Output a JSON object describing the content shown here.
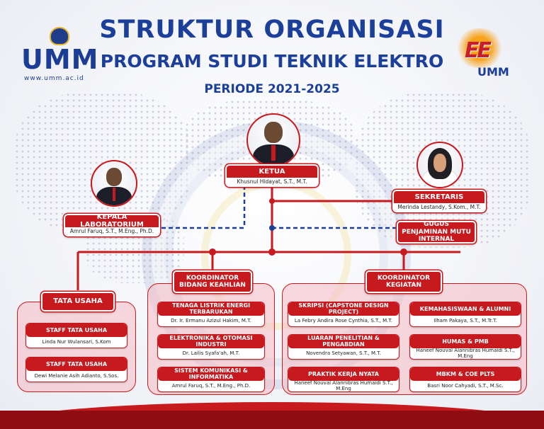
{
  "header": {
    "title": "STRUKTUR ORGANISASI",
    "subtitle": "PROGRAM STUDI TEKNIK ELEKTRO",
    "period": "PERIODE 2021-2025"
  },
  "logos": {
    "left_text": "UMM",
    "left_url": "www.umm.ac.id",
    "right_text": "EE",
    "right_sub": "UMM"
  },
  "ketua": {
    "title": "KETUA",
    "name": "Khusnul Hidayat, S.T., M.T."
  },
  "kepala_lab": {
    "title": "KEPALA LABORATORIUM",
    "name": "Amrul Faruq, S.T., M.Eng., Ph.D."
  },
  "sekretaris": {
    "title": "SEKRETARIS",
    "name": "Merinda Lestandy, S.Kom., M.T."
  },
  "gpm": {
    "label": "GUGUS PENJAMINAN MUTU INTERNAL"
  },
  "tata_usaha": {
    "title": "TATA USAHA",
    "staff": [
      {
        "title": "STAFF TATA USAHA",
        "name": "Linda Nur Wulansari, S.Kom"
      },
      {
        "title": "STAFF TATA USAHA",
        "name": "Dewi Melanie Asih Adianto, S.Sos."
      }
    ]
  },
  "bidang": {
    "title": "KOORDINATOR BIDANG KEAHLIAN",
    "units": [
      {
        "title": "TENAGA LISTRIK ENERGI TERBARUKAN",
        "name": "Dr. Ir. Ermanu Azizul Hakim, M.T."
      },
      {
        "title": "ELEKTRONIKA & OTOMASI INDUSTRI",
        "name": "Dr. Lailis Syafa'ah, M.T."
      },
      {
        "title": "SISTEM KOMUNIKASI & INFORMATIKA",
        "name": "Amrul Faruq, S.T., M.Eng., Ph.D."
      }
    ]
  },
  "kegiatan": {
    "title": "KOORDINATOR KEGIATAN",
    "left_units": [
      {
        "title": "SKRIPSI (CAPSTONE DESIGN PROJECT)",
        "name": "La Febry Andira Rose Cynthia, S.T., M.T."
      },
      {
        "title": "LUARAN PENELITIAN & PENGABDIAN",
        "name": "Novendra Setyawan, S.T., M.T."
      },
      {
        "title": "PRAKTIK KERJA NYATA",
        "name": "Haneef Nouval Alannibras Humaidi S.T., M.Eng"
      }
    ],
    "right_units": [
      {
        "title": "KEMAHASISWAAN & ALUMNI",
        "name": "Ilham Pakaya, S.T., M.Tr.T."
      },
      {
        "title": "HUMAS & PMB",
        "name": "Haneef Nouval Alannibras Humaidi S.T., M.Eng"
      },
      {
        "title": "MBKM & COE PLTS",
        "name": "Basri Noor Cahyadi, S.T., M.Sc."
      }
    ]
  },
  "colors": {
    "primary_red": "#c61a1f",
    "title_blue": "#1c3f9a",
    "panel_pink": "#f5bcc4"
  }
}
